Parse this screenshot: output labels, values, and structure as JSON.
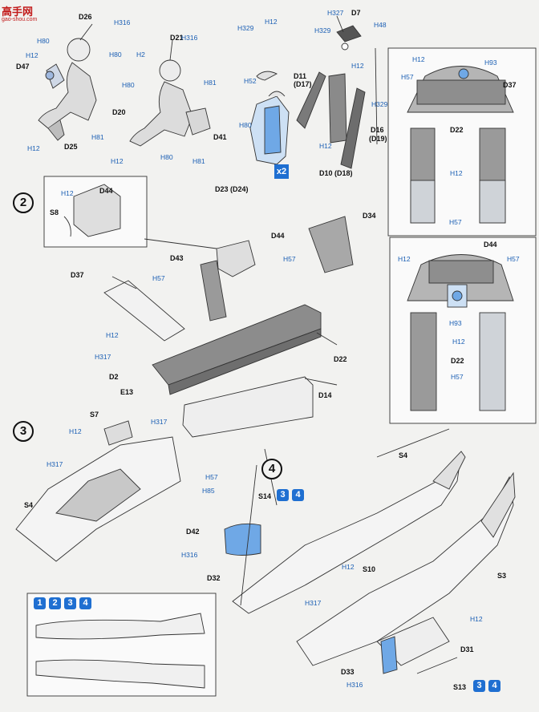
{
  "watermark": {
    "text": "高手网",
    "url": "gao-shou.com"
  },
  "steps": [
    "2",
    "3",
    "4"
  ],
  "mini_steps": [
    "1",
    "2",
    "3",
    "4"
  ],
  "counter": {
    "label": "x2"
  },
  "labels": {
    "D26": "D26",
    "D47": "D47",
    "D25": "D25",
    "D21": "D21",
    "D20": "D20",
    "D41": "D41",
    "D7": "D7",
    "D11": "D11",
    "D17": "(D17)",
    "D16": "D16",
    "D19": "(D19)",
    "D10": "D10 (D18)",
    "D23": "D23 (D24)",
    "D37a": "D37",
    "D22a": "D22",
    "D44a": "D44",
    "S8": "S8",
    "D44b": "D44",
    "D34": "D34",
    "D43": "D43",
    "D37b": "D37",
    "D22b": "D22",
    "D2": "D2",
    "E13": "E13",
    "D14": "D14",
    "D44c": "D44",
    "D22c": "D22",
    "S7": "S7",
    "S4a": "S4",
    "S4b": "S4",
    "S14": "S14",
    "D42": "D42",
    "D32": "D32",
    "S10": "S10",
    "S3": "S3",
    "D31": "D31",
    "D33": "D33",
    "S13": "S13"
  },
  "colors": {
    "H12": "H12",
    "H80": "H80",
    "H316": "H316",
    "H2": "H2",
    "H81": "H81",
    "H329": "H329",
    "H327": "H327",
    "H48": "H48",
    "H52": "H52",
    "H93": "H93",
    "H57": "H57",
    "H317": "H317",
    "H85": "H85"
  }
}
